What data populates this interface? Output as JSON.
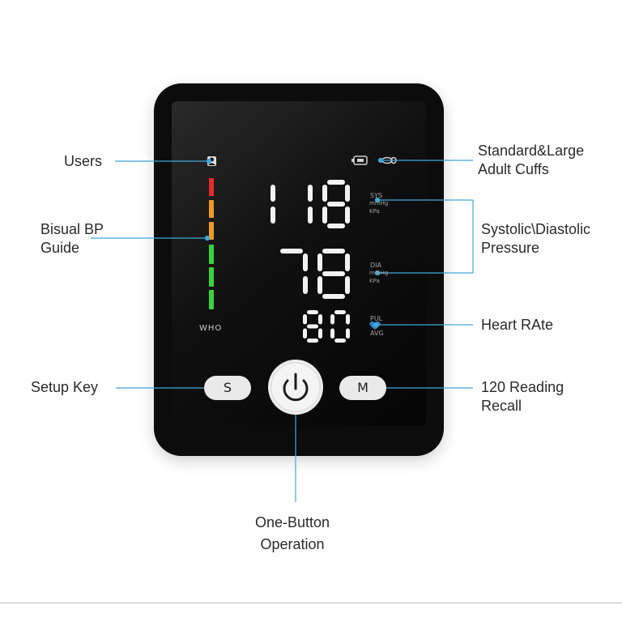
{
  "annotations": {
    "users": "Users",
    "bp_guide": "Bisual BP\nGuide",
    "setup_key": "Setup Key",
    "cuffs": "Standard&Large\nAdult Cuffs",
    "pressure": "Systolic\\Diastolic\nPressure",
    "heart_rate": "Heart RAte",
    "recall": "120 Reading\nRecall",
    "one_button": "One-Button\nOperation"
  },
  "display": {
    "systolic": "118",
    "diastolic": "78",
    "pulse": "80",
    "who_label": "WHO",
    "sys_label": "SYS",
    "dia_label": "DIA",
    "pul_label": "PUL",
    "avg_label": "AVG",
    "unit_mmhg": "mmHg",
    "unit_kpa": "KPa"
  },
  "buttons": {
    "setup": "S",
    "memory": "M"
  },
  "colors": {
    "callout_line": "#3fa7dc",
    "guide_red": "#e52b2b",
    "guide_orange": "#f29a1f",
    "guide_green": "#37d43c"
  }
}
